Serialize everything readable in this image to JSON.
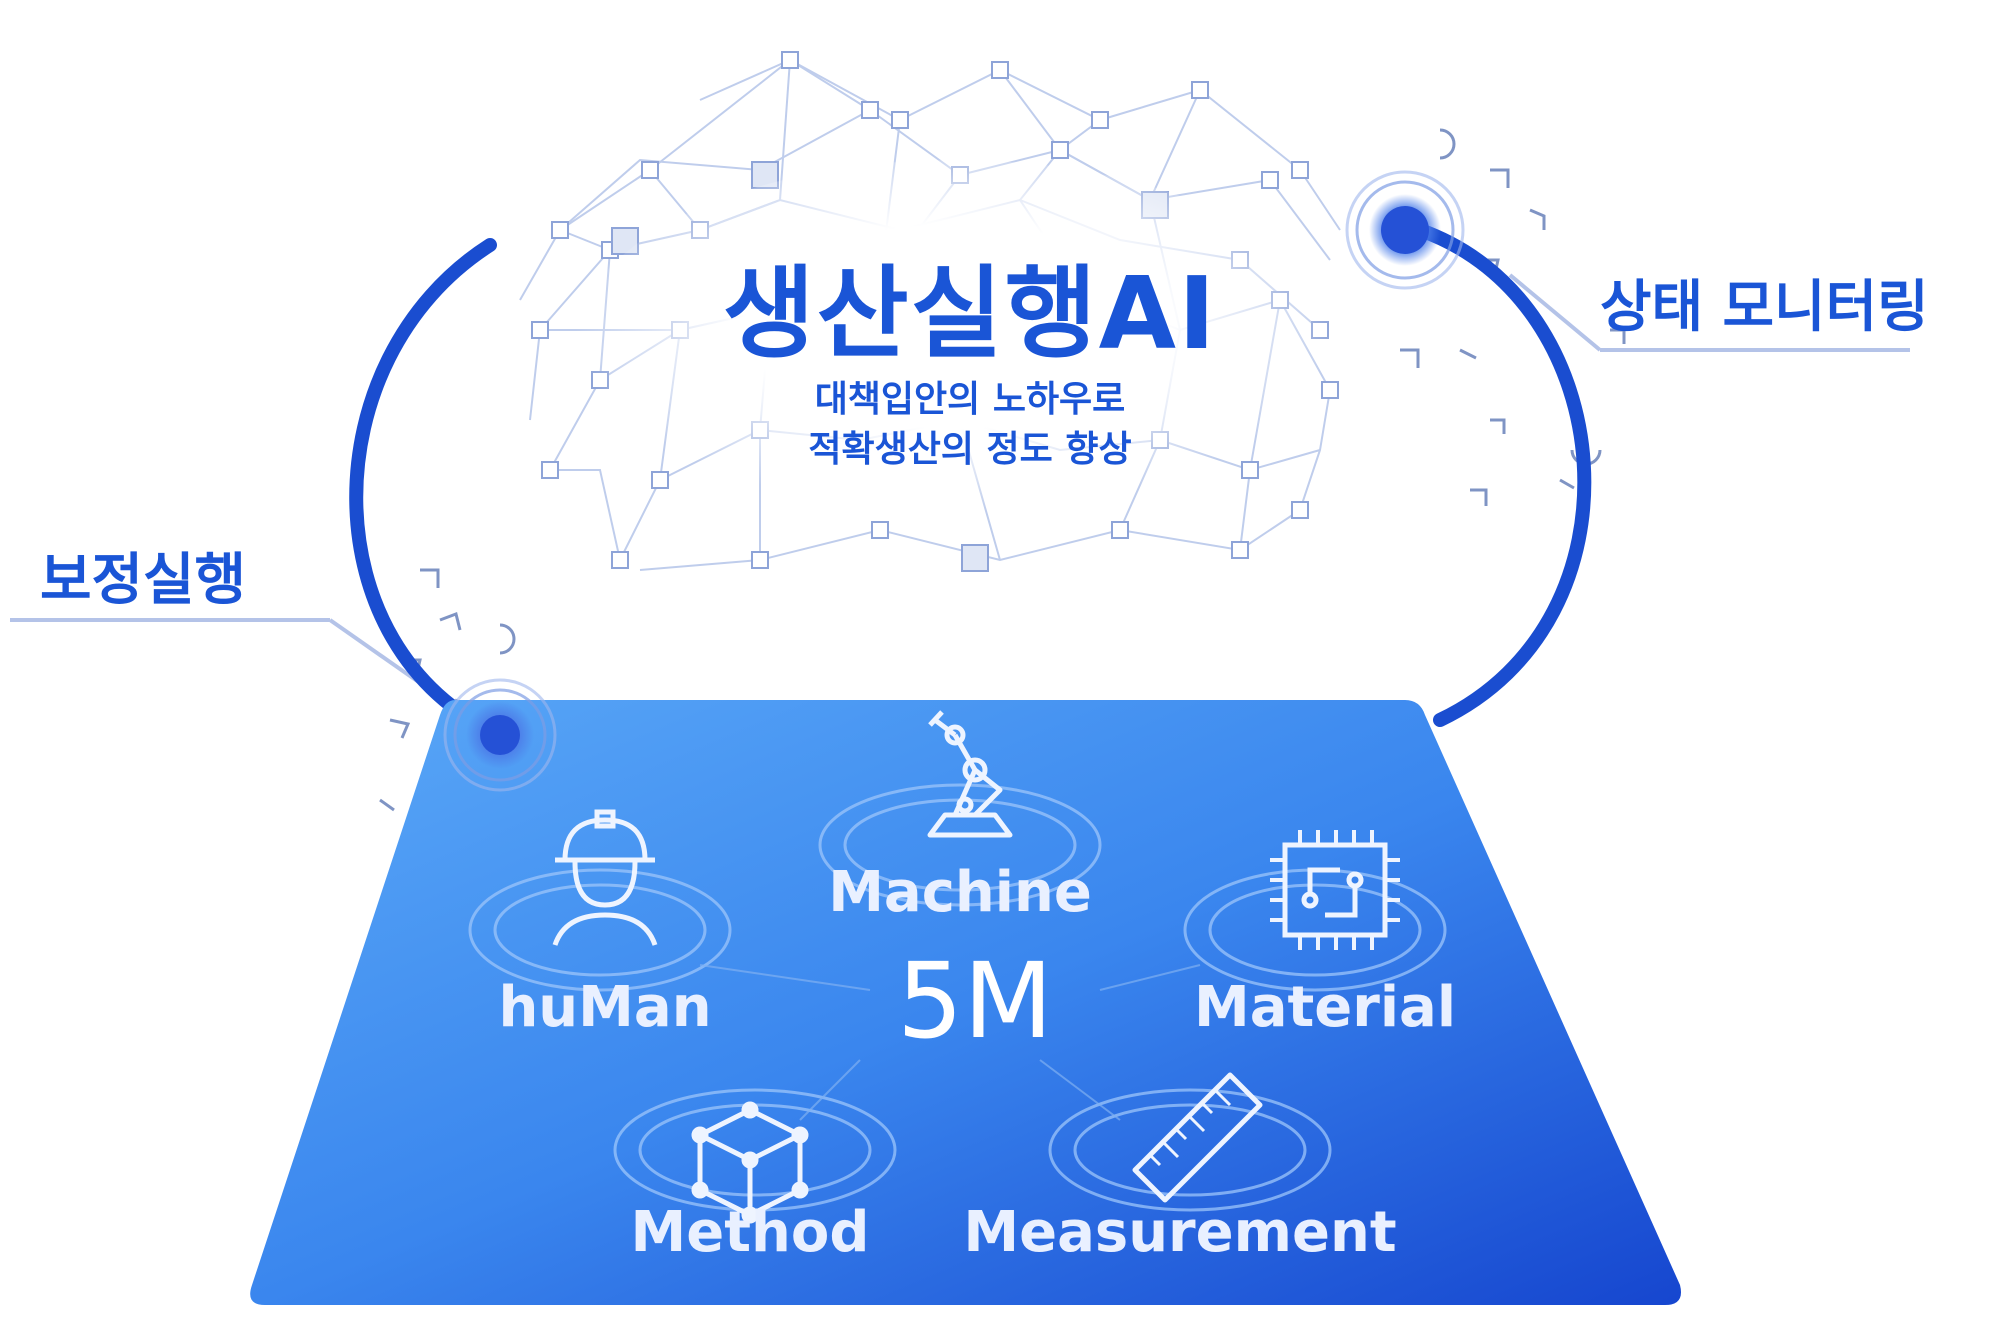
{
  "ai_title": "생산실행AI",
  "ai_subtitle_line1": "대책입안의 노하우로",
  "ai_subtitle_line2": "적확생산의 정도 향상",
  "label_left": "보정실행",
  "label_right": "상태 모니터링",
  "platform": {
    "center": "5M",
    "machine": "Machine",
    "human": "huMan",
    "material": "Material",
    "method": "Method",
    "measurement": "Measurement"
  },
  "colors": {
    "primary_blue": "#1a55d6",
    "platform_light": "#4a9cf5",
    "platform_dark": "#1646cf",
    "network_line": "#b9c8ea"
  },
  "icons": {
    "machine": "robot-arm-icon",
    "human": "worker-helmet-icon",
    "material": "chip-icon",
    "method": "cube-icon",
    "measurement": "ruler-icon"
  }
}
